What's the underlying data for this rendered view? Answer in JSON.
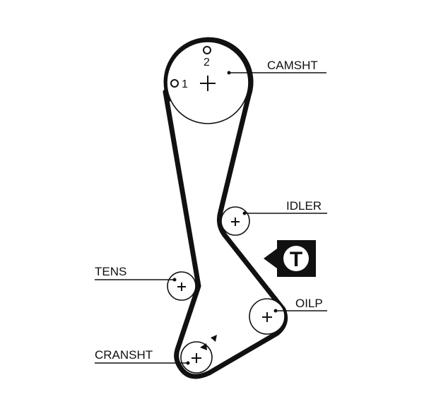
{
  "labels": {
    "camshaft": "CAMSHT",
    "idler": "IDLER",
    "tensioner": "TENS",
    "oil_pump": "OILP",
    "crankshaft": "CRANSHT"
  },
  "camshaft_marks": {
    "top": "2",
    "left": "1"
  },
  "tensioner_badge": "T",
  "colors": {
    "ink": "#111111",
    "background": "#ffffff",
    "badge_fill": "#111111",
    "badge_circle": "#ffffff"
  }
}
